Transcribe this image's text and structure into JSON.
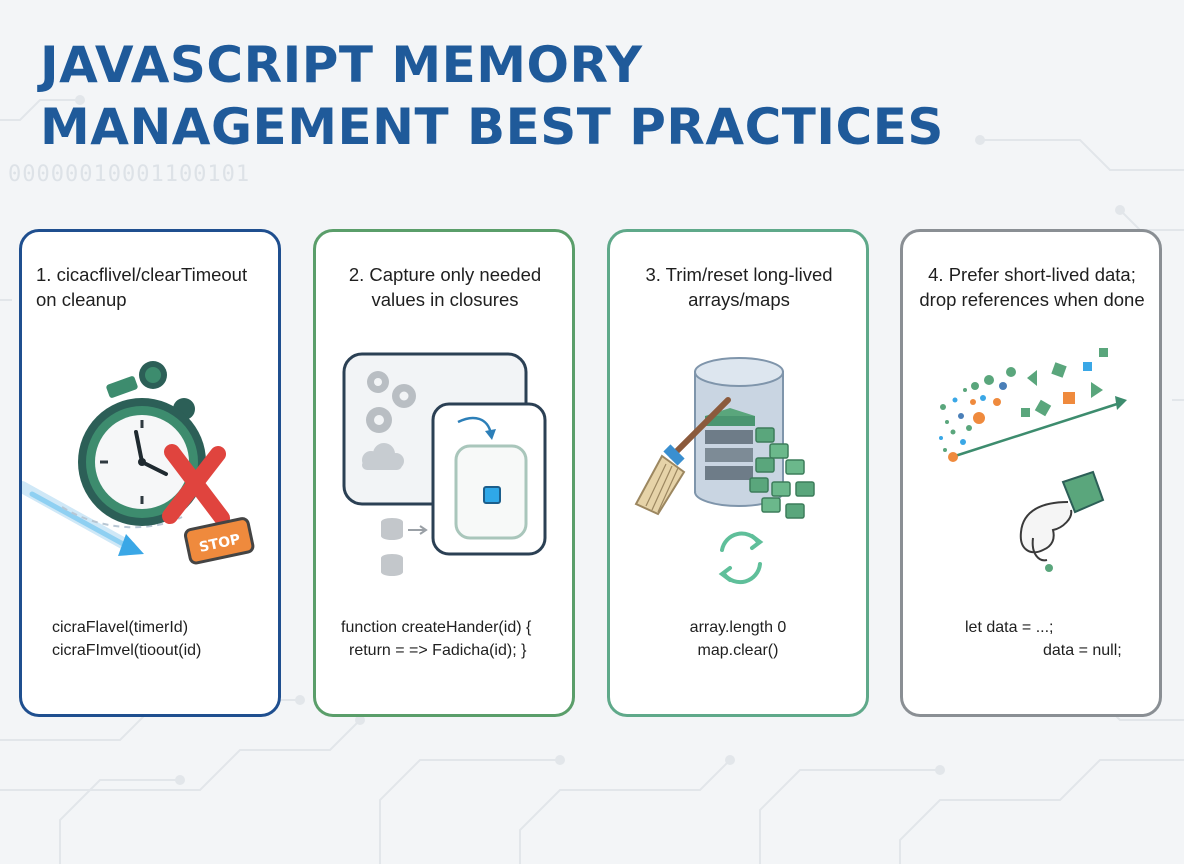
{
  "title": {
    "line1": "JAVASCRIPT MEMORY",
    "line2": "MANAGEMENT BEST PRACTICES"
  },
  "background_binary": "00000010001100101",
  "colors": {
    "title": "#1f5a9a",
    "card1_border": "#1f4f8f",
    "card2_border": "#5a9e6a",
    "card3_border": "#5fa98a",
    "card4_border": "#8a8f94",
    "accent_green": "#5aa67c",
    "accent_orange": "#ef8a3d",
    "accent_blue": "#3aa7e6"
  },
  "cards": [
    {
      "heading_line1": "1. cicacflivel/clearTimeout",
      "heading_line2": "on cleanup",
      "stop_label": "STOP",
      "code_line1": "cicraFlavel(timerId)",
      "code_line2": "cicraFImvel(tioout(id)",
      "icons": [
        "stopwatch-icon",
        "cancel-x-icon",
        "stop-sign-icon",
        "motion-arrow-icon"
      ]
    },
    {
      "heading_line1": "2. Capture only needed",
      "heading_line2": "values in closures",
      "code_line1": "function createHander(id) {",
      "code_line2": "return = => Fadicha(id); }",
      "icons": [
        "gear-icon",
        "cloud-icon",
        "database-icon",
        "closure-arrow-icon",
        "value-square-icon"
      ]
    },
    {
      "heading_line1": "3. Trim/reset long-lived",
      "heading_line2": "arrays/maps",
      "code_line1": "array.length 0",
      "code_line2": "map.clear()",
      "icons": [
        "database-cylinder-icon",
        "broom-icon",
        "data-cubes-icon",
        "refresh-icon"
      ]
    },
    {
      "heading_line1": "4. Prefer short-lived data;",
      "heading_line2": "drop references when done",
      "code_line1": "let data = ...;",
      "code_line2": "data = null;",
      "icons": [
        "particle-stream-icon",
        "arrow-right-icon",
        "releasing-hand-icon"
      ]
    }
  ]
}
